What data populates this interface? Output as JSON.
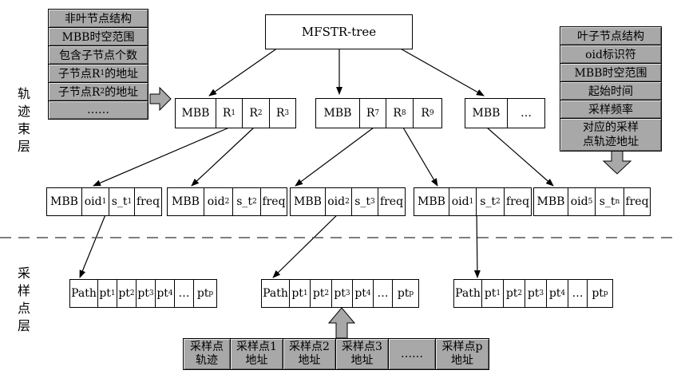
{
  "root": "MFSTR-tree",
  "layer_labels": {
    "trajectory": [
      "轨",
      "迹",
      "束",
      "层"
    ],
    "sampling": [
      "采",
      "样",
      "点",
      "层"
    ]
  },
  "non_leaf_structure": [
    "非叶节点结构",
    "MBB时空范围",
    "包含子节点个数",
    "子节点R₁的地址",
    "子节点R₂的地址",
    "……"
  ],
  "leaf_structure": [
    "叶子节点结构",
    "oid标识符",
    "MBB时空范围",
    "起始时间",
    "采样频率",
    "对应的采样\n点轨迹地址"
  ],
  "internal_nodes": [
    [
      "MBB",
      "R₁",
      "R₂",
      "R₃"
    ],
    [
      "MBB",
      "R₇",
      "R₈",
      "R₉"
    ],
    [
      "MBB",
      "…"
    ]
  ],
  "leaf_nodes": [
    [
      "MBB",
      "oid₁",
      "s_t₁",
      "freq"
    ],
    [
      "MBB",
      "oid₂",
      "s_t₂",
      "freq"
    ],
    [
      "MBB",
      "oid₂",
      "s_t₃",
      "freq"
    ],
    [
      "MBB",
      "oid₁",
      "s_t₂",
      "freq"
    ],
    [
      "MBB",
      "oid₅",
      "s_tₙ",
      "freq"
    ]
  ],
  "path_nodes": [
    [
      "Path",
      "pt₁",
      "pt₂",
      "pt₃",
      "pt₄",
      "…",
      "ptₚ"
    ],
    [
      "Path",
      "pt₁",
      "pt₂",
      "pt₃",
      "pt₄",
      "…",
      "ptₚ"
    ],
    [
      "Path",
      "pt₁",
      "pt₂",
      "pt₃",
      "pt₄",
      "…",
      "ptₚ"
    ]
  ],
  "sampling_structure": [
    "采样点\n轨迹",
    "采样点1\n地址",
    "采样点2\n地址",
    "采样点3\n地址",
    "……",
    "采样点p\n地址"
  ],
  "colors": {
    "gray_box": "#a8a8a8",
    "line": "#000000",
    "dash": "#555555"
  }
}
